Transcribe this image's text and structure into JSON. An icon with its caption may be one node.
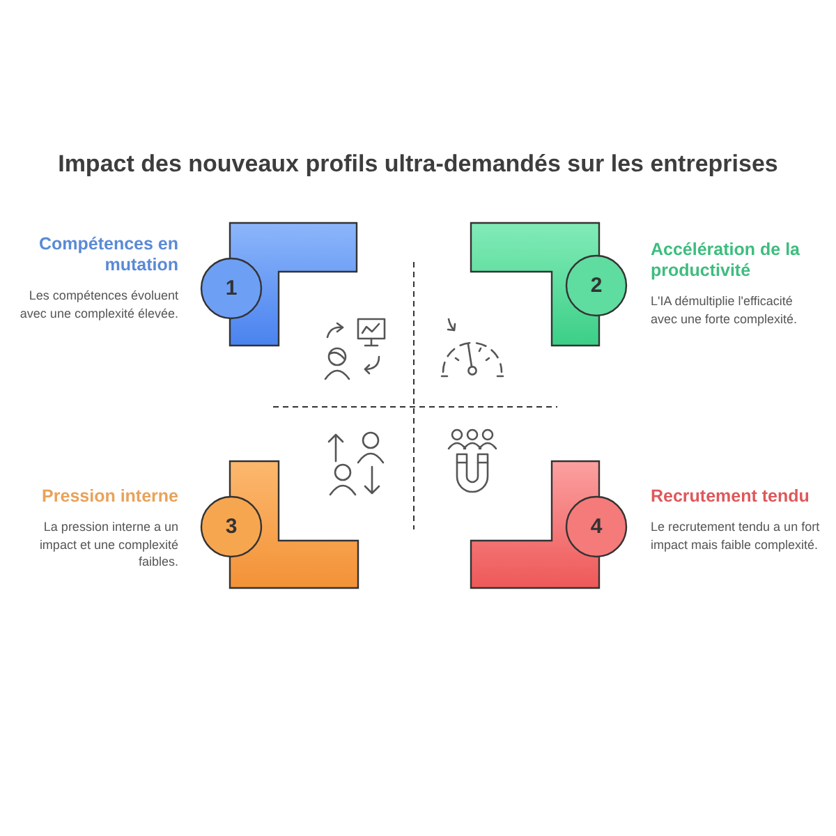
{
  "diagram": {
    "title": "Impact des nouveaux profils ultra-demandés sur les entreprises",
    "nodes": [
      {
        "text": [
          "1"
        ],
        "beside": [
          "Compétences en mutation",
          "Les compétences évoluent avec une complexité élevée."
        ]
      },
      {
        "text": [
          "2"
        ],
        "beside": [
          "Accélération de la productivité",
          "L'IA démultiplie l'efficacité avec une forte complexité."
        ]
      },
      {
        "text": [
          "3"
        ],
        "beside": [
          "Pression interne",
          "La pression interne a un impact et une complexité faibles."
        ]
      },
      {
        "text": [
          "4"
        ],
        "beside": [
          "Recrutement tendu",
          "Le recrutement tendu a un fort impact mais faible complexité."
        ]
      }
    ]
  }
}
